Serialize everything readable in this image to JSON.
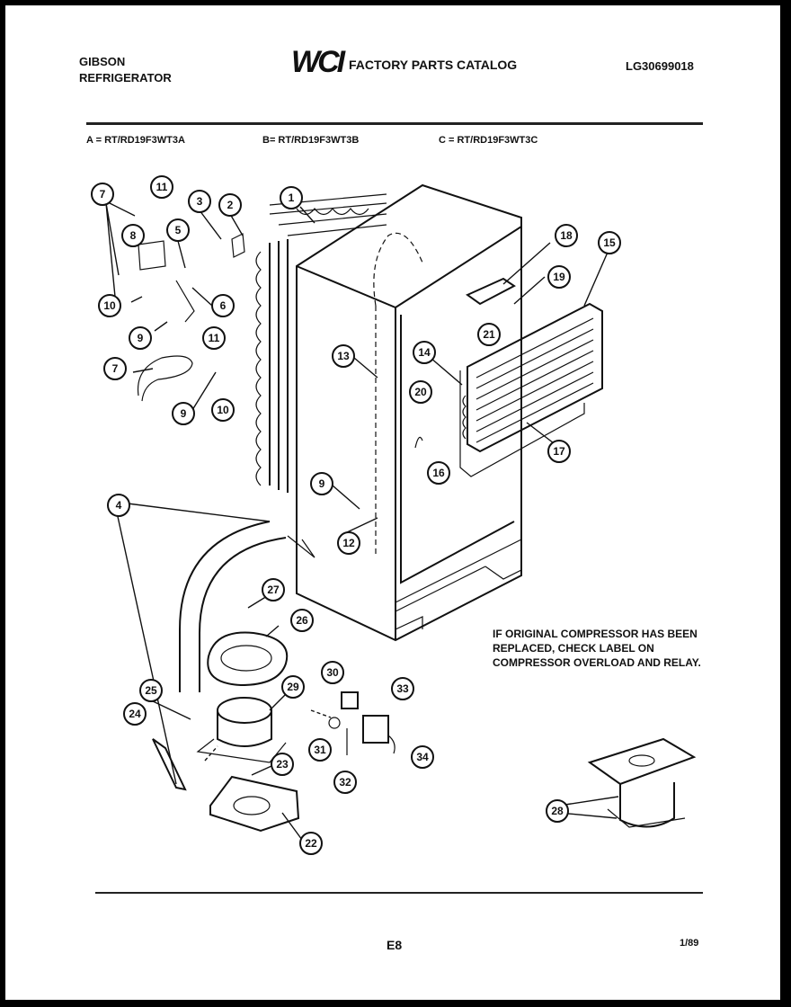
{
  "header": {
    "brand_line1": "GIBSON",
    "brand_line2": "REFRIGERATOR",
    "logo": "WCI",
    "catalog_title": "FACTORY PARTS CATALOG",
    "doc_id": "LG30699018"
  },
  "models": {
    "a": "A = RT/RD19F3WT3A",
    "b": "B= RT/RD19F3WT3B",
    "c": "C = RT/RD19F3WT3C"
  },
  "note": "IF ORIGINAL COMPRESSOR HAS BEEN REPLACED, CHECK LABEL ON COMPRESSOR OVERLOAD AND RELAY.",
  "footer": {
    "page": "E8",
    "date": "1/89"
  },
  "callouts": [
    "1",
    "2",
    "3",
    "4",
    "5",
    "6",
    "7",
    "7",
    "8",
    "9",
    "9",
    "9",
    "10",
    "10",
    "11",
    "11",
    "12",
    "13",
    "14",
    "15",
    "16",
    "17",
    "18",
    "19",
    "20",
    "21",
    "22",
    "23",
    "24",
    "25",
    "26",
    "27",
    "28",
    "29",
    "30",
    "31",
    "32",
    "33",
    "34"
  ]
}
